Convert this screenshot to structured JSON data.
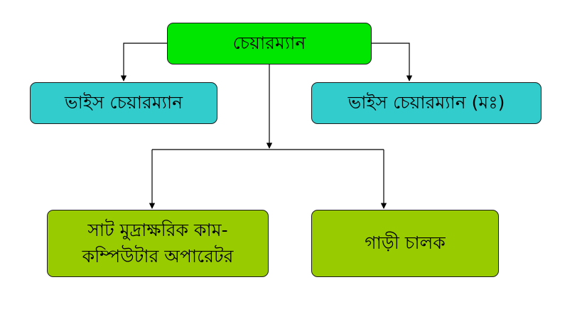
{
  "colors": {
    "top": "#00e600",
    "middle": "#33cccc",
    "bottom": "#99cc00",
    "line": "#000000"
  },
  "nodes": {
    "chairman": "চেয়ারম্যান",
    "vice_chairman": "ভাইস চেয়ারম্যান",
    "vice_chairman_female": "ভাইস চেয়ারম্যান (মঃ)",
    "typist_line1": "সাট মুদ্রাক্ষরিক কাম-",
    "typist_line2": "কম্পিউটার অপারেটর",
    "driver": "গাড়ী চালক"
  }
}
